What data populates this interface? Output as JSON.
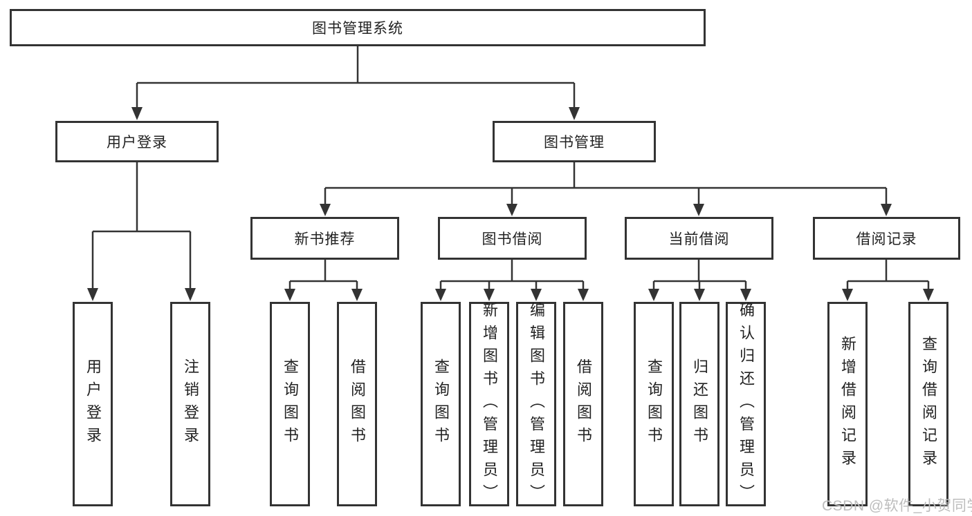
{
  "colors": {
    "line": "#333333",
    "border": "#333333",
    "text": "#222222",
    "watermark": "#bdbdbd",
    "background": "#ffffff"
  },
  "tree": {
    "label": "图书管理系统",
    "children": [
      {
        "label": "用户登录",
        "children": [
          {
            "label": "用户登录"
          },
          {
            "label": "注销登录"
          }
        ]
      },
      {
        "label": "图书管理",
        "children": [
          {
            "label": "新书推荐",
            "children": [
              {
                "label": "查询图书"
              },
              {
                "label": "借阅图书"
              }
            ]
          },
          {
            "label": "图书借阅",
            "children": [
              {
                "label": "查询图书"
              },
              {
                "label": "新增图书（管理员）"
              },
              {
                "label": "编辑图书（管理员）"
              },
              {
                "label": "借阅图书"
              }
            ]
          },
          {
            "label": "当前借阅",
            "children": [
              {
                "label": "查询图书"
              },
              {
                "label": "归还图书"
              },
              {
                "label": "确认归还（管理员）"
              }
            ]
          },
          {
            "label": "借阅记录",
            "children": [
              {
                "label": "新增借阅记录"
              },
              {
                "label": "查询借阅记录"
              }
            ]
          }
        ]
      }
    ]
  },
  "watermark": {
    "text": "CSDN @软件_小贺同学"
  }
}
